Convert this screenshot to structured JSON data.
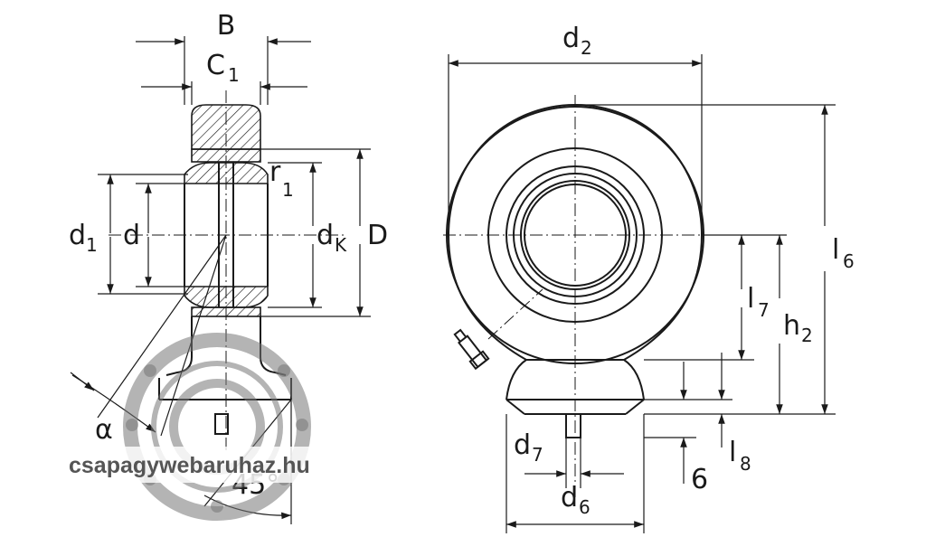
{
  "labels": {
    "B": "B",
    "C": "C",
    "C_sub": "1",
    "r": "r",
    "r_sub": "1",
    "d1": "d",
    "d1_sub": "1",
    "d": "d",
    "dK": "d",
    "dK_sub": "K",
    "D": "D",
    "alpha": "α",
    "d2": "d",
    "d2_sub": "2",
    "l6": "l",
    "l6_sub": "6",
    "l7": "l",
    "l7_sub": "7",
    "h2": "h",
    "h2_sub": "2",
    "l8": "l",
    "l8_sub": "8",
    "d7": "d",
    "d7_sub": "7",
    "d6": "d",
    "d6_sub": "6",
    "six": "6",
    "angle45": "45°"
  },
  "watermark": {
    "text": "csapagywebaruhaz.hu"
  }
}
